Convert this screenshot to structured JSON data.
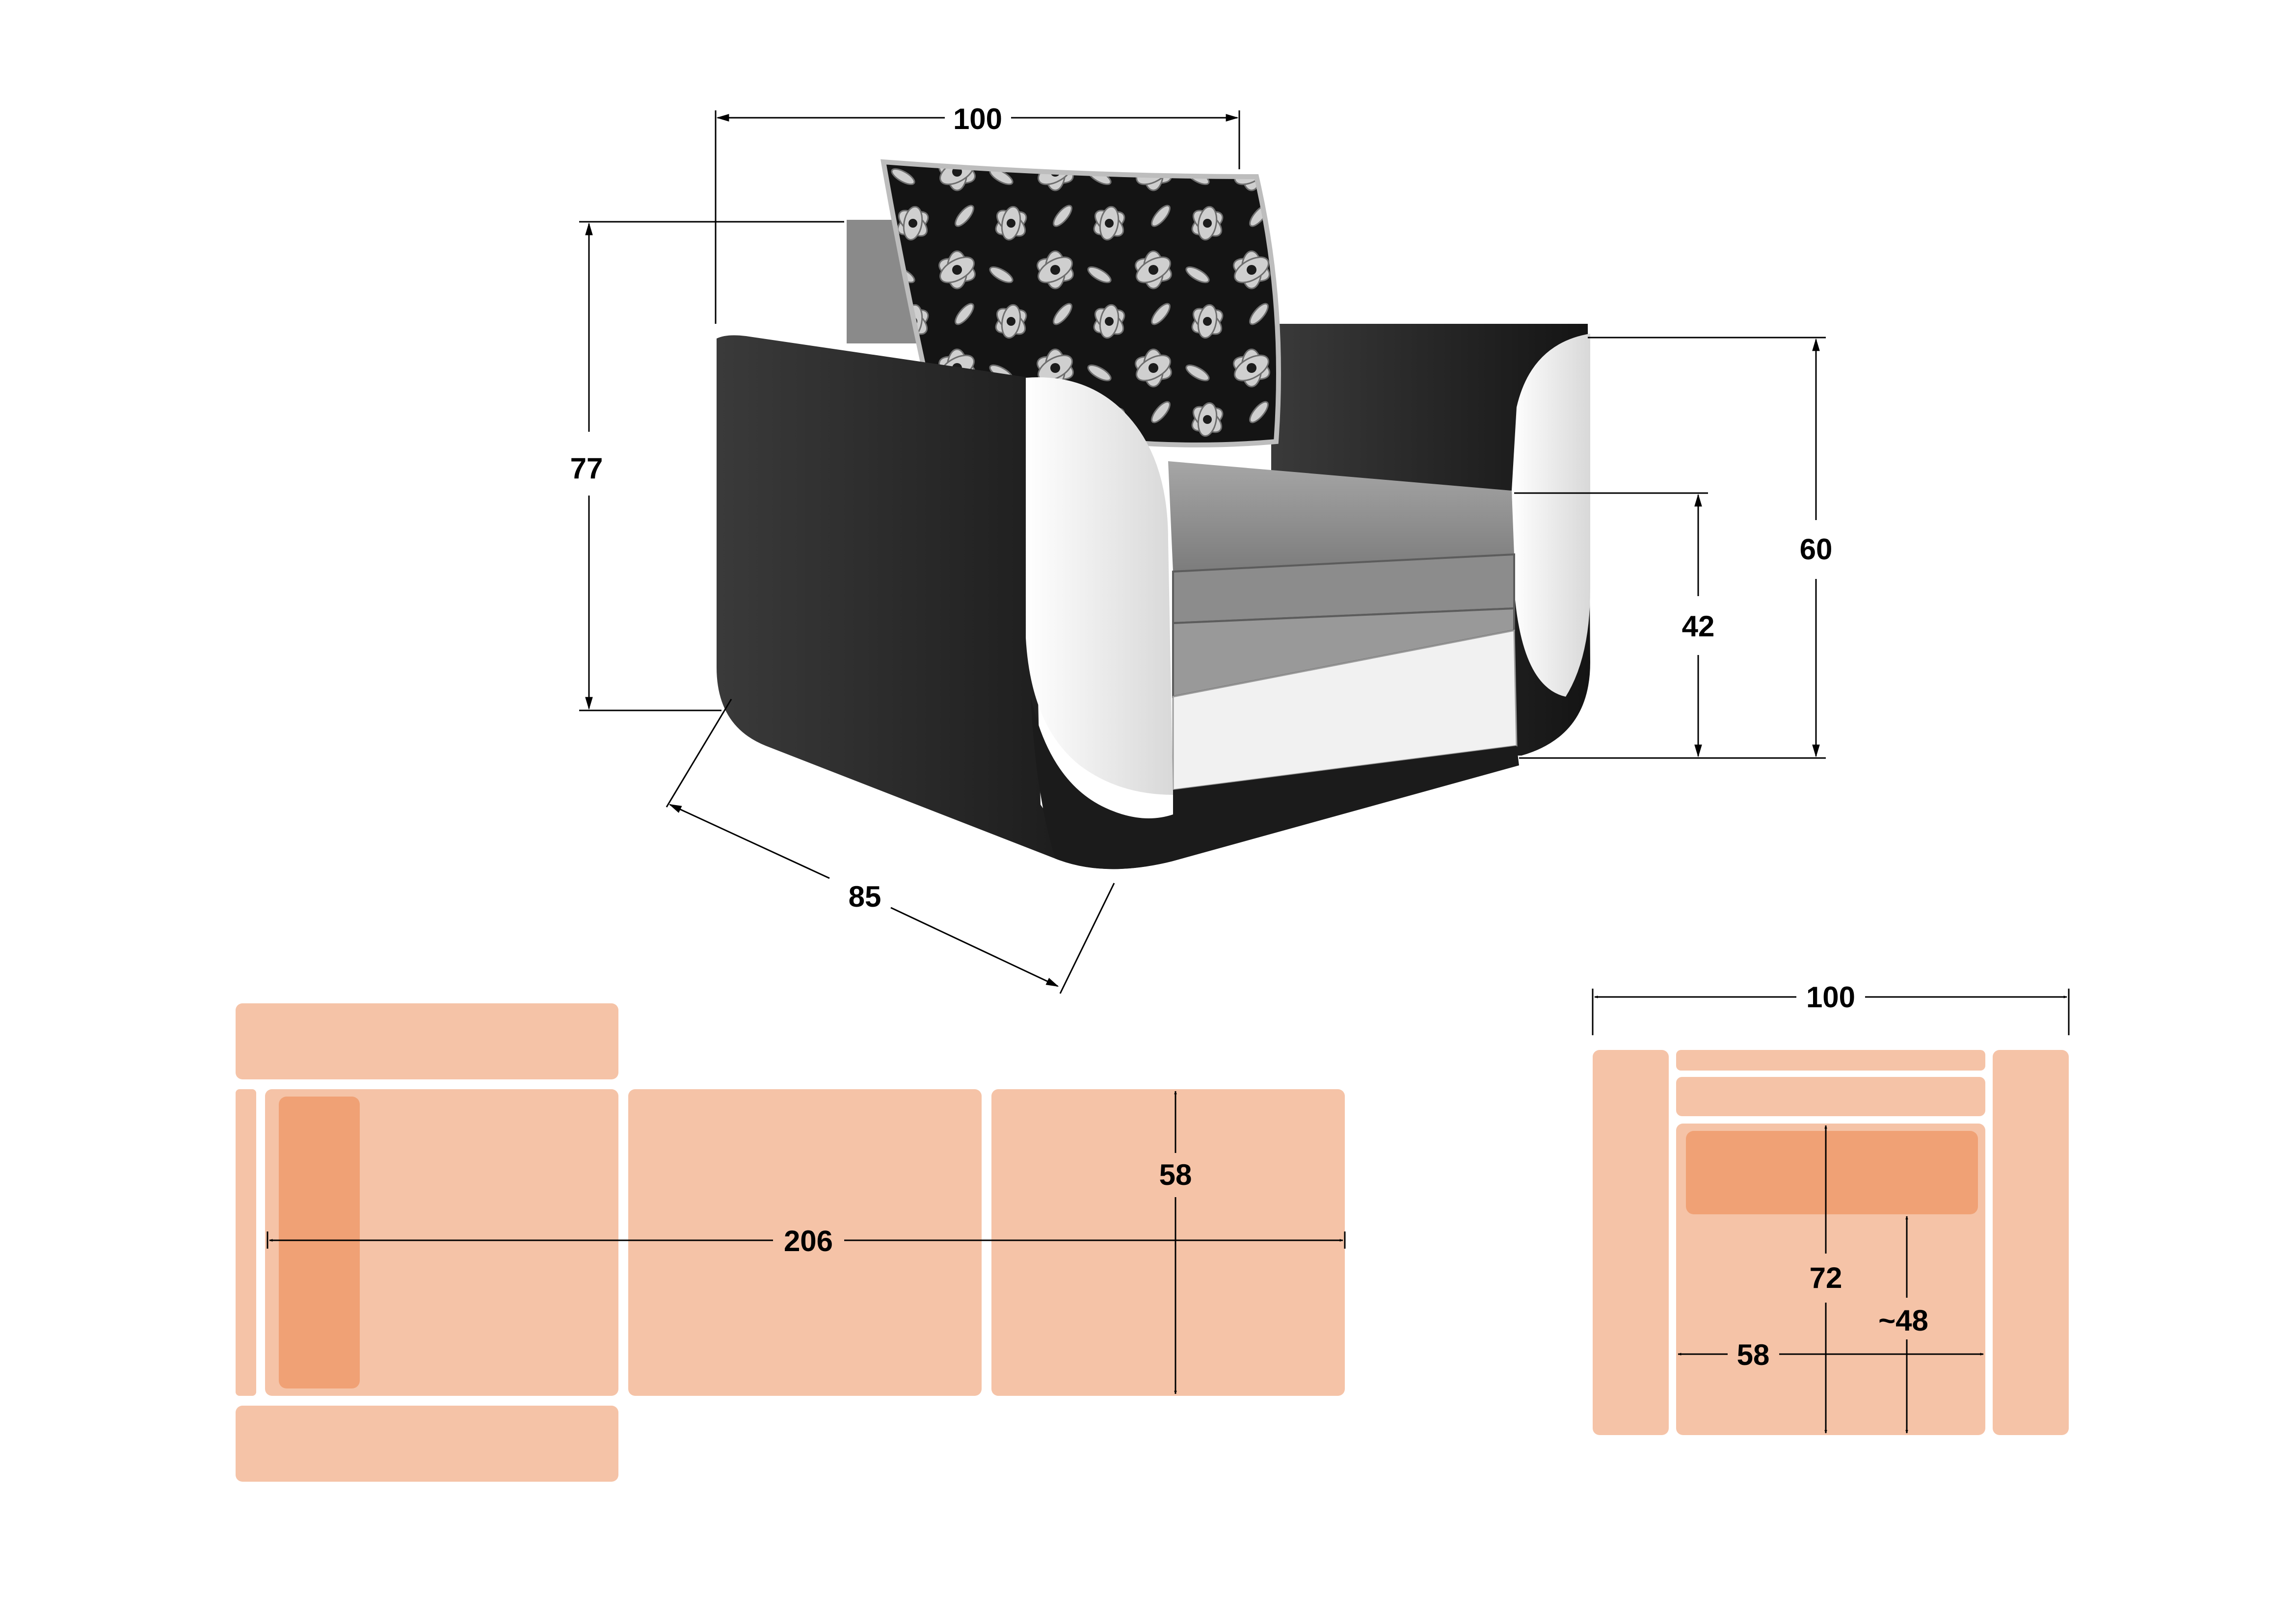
{
  "armchair_dimensions": {
    "width": "100",
    "height": "77",
    "depth": "85",
    "arm_height": "60",
    "seat_height": "42"
  },
  "bed_layout_dimensions": {
    "length": "206",
    "width": "58"
  },
  "seat_top_view_dimensions": {
    "width": "100",
    "seat_depth": "72",
    "seat_width": "58",
    "cushion_depth": "~48"
  },
  "colors": {
    "piece_fill": "#f5c3a7",
    "cushion_fill": "#f0a175",
    "upholstery_dark": "#1c1c1c",
    "upholstery_white": "#f4f4f4",
    "seat_grey": "#8e8e8e"
  }
}
